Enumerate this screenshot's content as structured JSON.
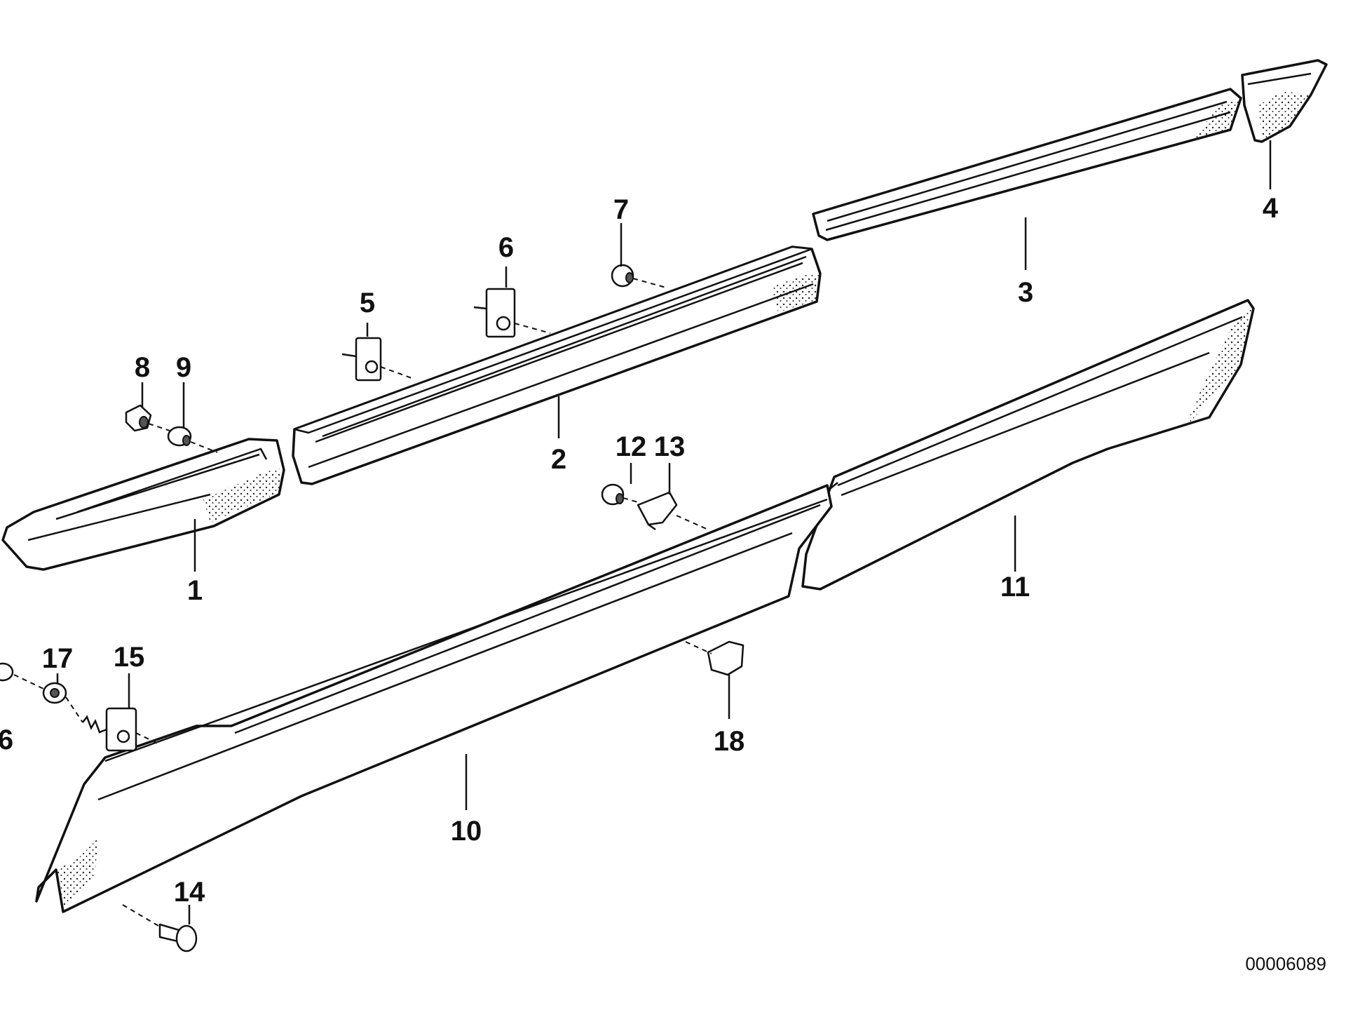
{
  "callouts": {
    "c1": "1",
    "c2": "2",
    "c3": "3",
    "c4": "4",
    "c5": "5",
    "c6": "6",
    "c7": "7",
    "c8": "8",
    "c9": "9",
    "c10": "10",
    "c11": "11",
    "c12": "12",
    "c13": "13",
    "c14": "14",
    "c15": "15",
    "c16": "6",
    "c17": "17",
    "c18": "18"
  },
  "diagram_code": "00006089",
  "colors": {
    "line": "#111111",
    "background": "#ffffff"
  }
}
